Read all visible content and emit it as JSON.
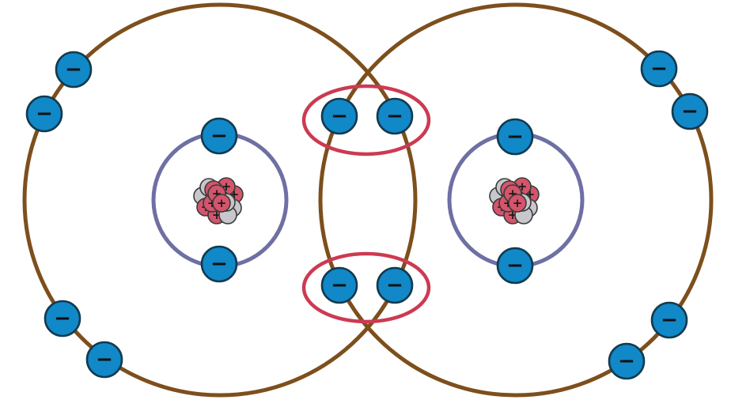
{
  "diagram": {
    "description_type": "covalent-bond-shared-electron-pairs",
    "atoms": [
      {
        "id": "left-atom",
        "inner_shell_electrons": 2,
        "outer_shell_electrons": 4
      },
      {
        "id": "right-atom",
        "inner_shell_electrons": 2,
        "outer_shell_electrons": 4
      }
    ],
    "shared_pairs": 2,
    "electron_symbol": "−",
    "proton_symbol": "+",
    "colors": {
      "outer_shell": "#7d4f1c",
      "inner_shell": "#6e6fa3",
      "electron_fill": "#1188c8",
      "electron_stroke": "#123a4e",
      "bond_highlight": "#cc3a52",
      "proton_fill": "#d4556b",
      "neutron_fill": "#c8c8cc",
      "particle_stroke": "#3a3a3a"
    }
  }
}
